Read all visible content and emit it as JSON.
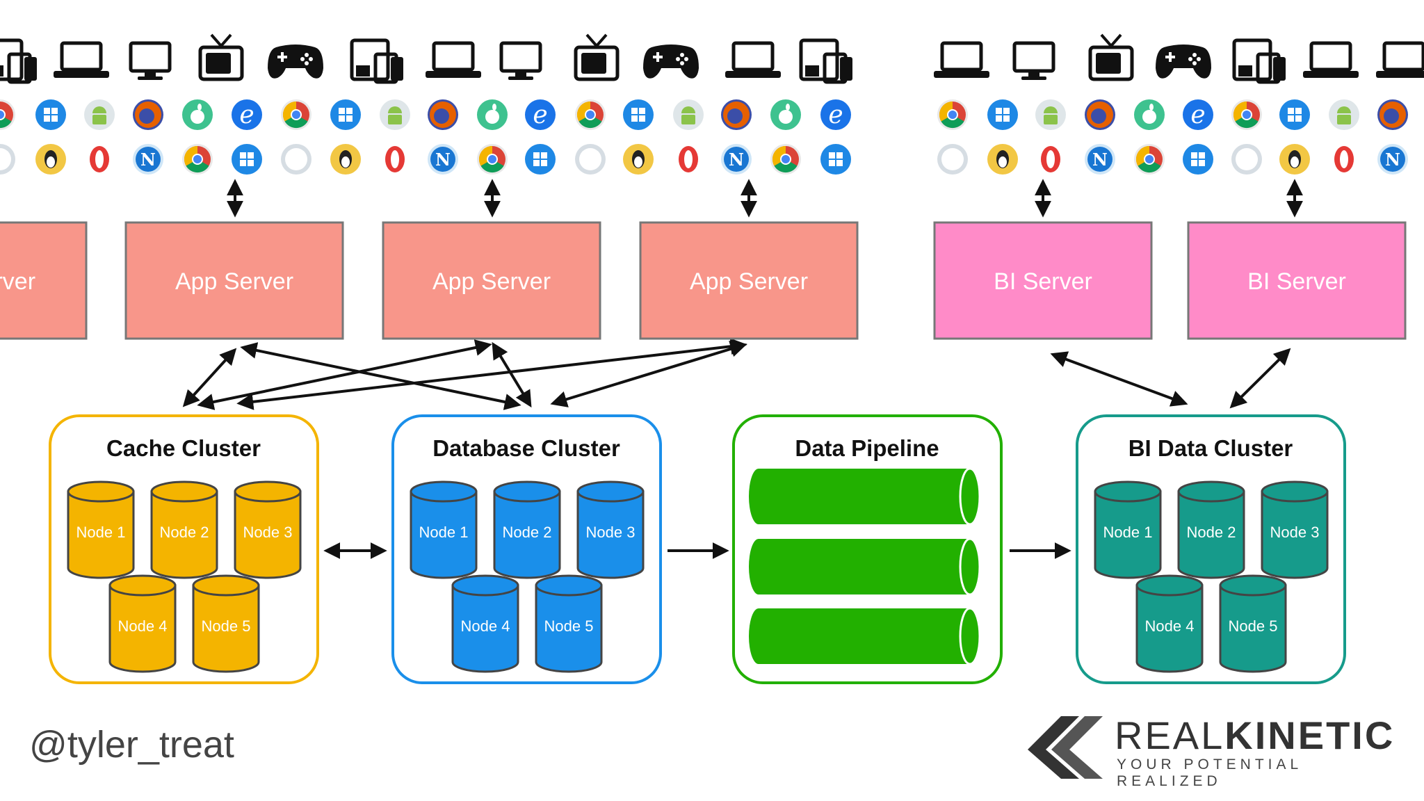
{
  "servers": {
    "app": [
      "Server",
      "App Server",
      "App Server",
      "App Server"
    ],
    "bi": [
      "BI Server",
      "BI Server"
    ]
  },
  "clusters": [
    {
      "key": "cache",
      "title": "Cache Cluster",
      "color": "#f4b400",
      "nodes": [
        "Node 1",
        "Node 2",
        "Node 3",
        "Node 4",
        "Node 5"
      ]
    },
    {
      "key": "database",
      "title": "Database Cluster",
      "color": "#1a8fea",
      "nodes": [
        "Node 1",
        "Node 2",
        "Node 3",
        "Node 4",
        "Node 5"
      ]
    },
    {
      "key": "pipeline",
      "title": "Data Pipeline",
      "color": "#22b000",
      "nodes": []
    },
    {
      "key": "bi-data",
      "title": "BI Data Cluster",
      "color": "#169b8b",
      "nodes": [
        "Node 1",
        "Node 2",
        "Node 3",
        "Node 4",
        "Node 5"
      ]
    }
  ],
  "colors": {
    "app_server": "#f8968a",
    "bi_server": "#ff8bc8",
    "cache": "#f4b400",
    "database": "#1a8fea",
    "pipeline": "#22b000",
    "bi_data": "#169b8b"
  },
  "device_icons": [
    "tablet-phone-icon",
    "laptop-icon",
    "desktop-icon",
    "tv-icon",
    "gamepad-icon"
  ],
  "browser_icons": [
    "chrome-icon",
    "windows-icon",
    "android-icon",
    "firefox-icon",
    "apple-icon",
    "ie-icon",
    "safari-icon",
    "linux-icon",
    "opera-icon",
    "netscape-icon"
  ],
  "footer": {
    "handle": "@tyler_treat",
    "brand_light": "REAL",
    "brand_bold": "KINETIC",
    "tagline": "YOUR POTENTIAL REALIZED"
  }
}
